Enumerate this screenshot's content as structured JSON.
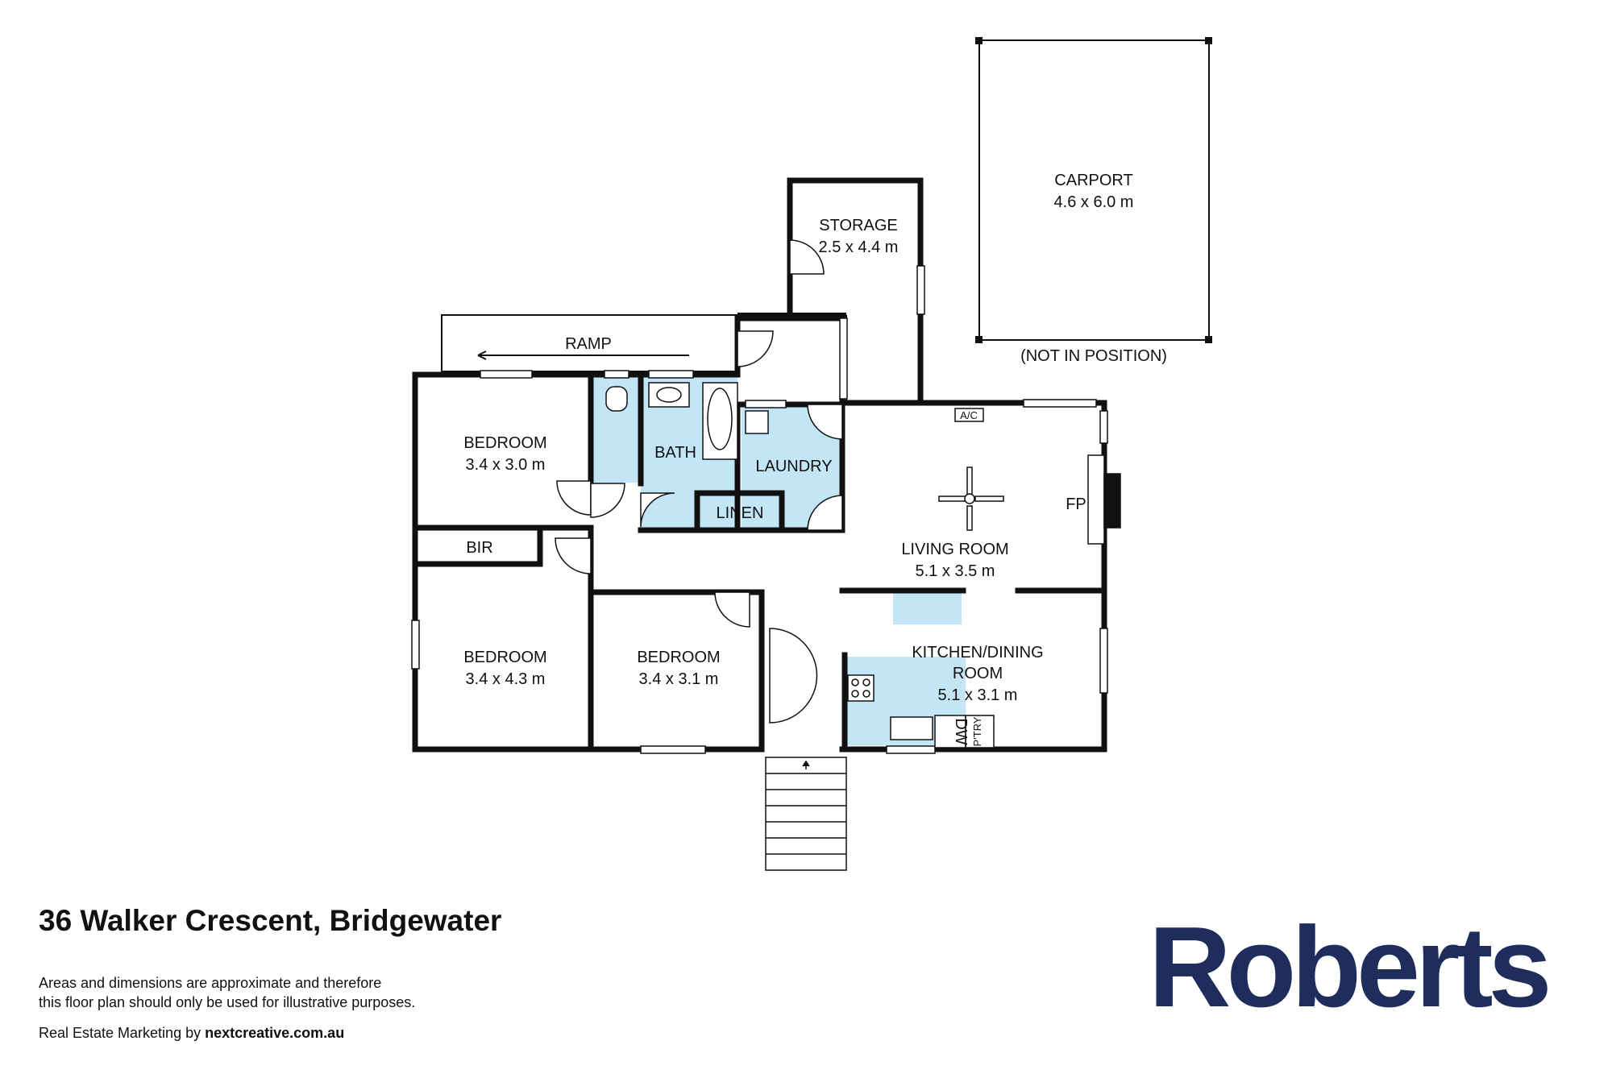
{
  "property": {
    "address": "36 Walker Crescent, Bridgewater",
    "disclaimer_line1": "Areas and dimensions are approximate and therefore",
    "disclaimer_line2": "this floor plan should only be used for illustrative purposes.",
    "credit_prefix": "Real Estate Marketing by ",
    "credit_site": "nextcreative.com.au"
  },
  "brand": {
    "logo_text": "Roberts",
    "color": "#1f2d5c"
  },
  "colors": {
    "wet_area": "#c3e6f7",
    "wall": "#111111"
  },
  "rooms": {
    "storage": {
      "name": "STORAGE",
      "dims": "2.5 x 4.4 m"
    },
    "carport": {
      "name": "CARPORT",
      "dims": "4.6 x 6.0 m",
      "note": "(NOT IN POSITION)"
    },
    "ramp": {
      "name": "RAMP"
    },
    "bedroom1": {
      "name": "BEDROOM",
      "dims": "3.4 x 3.0 m"
    },
    "bath": {
      "name": "BATH"
    },
    "laundry": {
      "name": "LAUNDRY"
    },
    "linen": {
      "name": "LINEN"
    },
    "bir": {
      "name": "BIR"
    },
    "living": {
      "name": "LIVING ROOM",
      "dims": "5.1 x 3.5 m"
    },
    "fireplace": {
      "name": "FP"
    },
    "ac": {
      "name": "A/C"
    },
    "bedroom2": {
      "name": "BEDROOM",
      "dims": "3.4 x 4.3 m"
    },
    "bedroom3": {
      "name": "BEDROOM",
      "dims": "3.4 x 3.1 m"
    },
    "kitchen": {
      "name_line1": "KITCHEN/DINING",
      "name_line2": "ROOM",
      "dims": "5.1 x 3.1 m"
    },
    "dishwasher": {
      "name": "DW"
    },
    "pantry": {
      "name": "P'TRY"
    }
  }
}
